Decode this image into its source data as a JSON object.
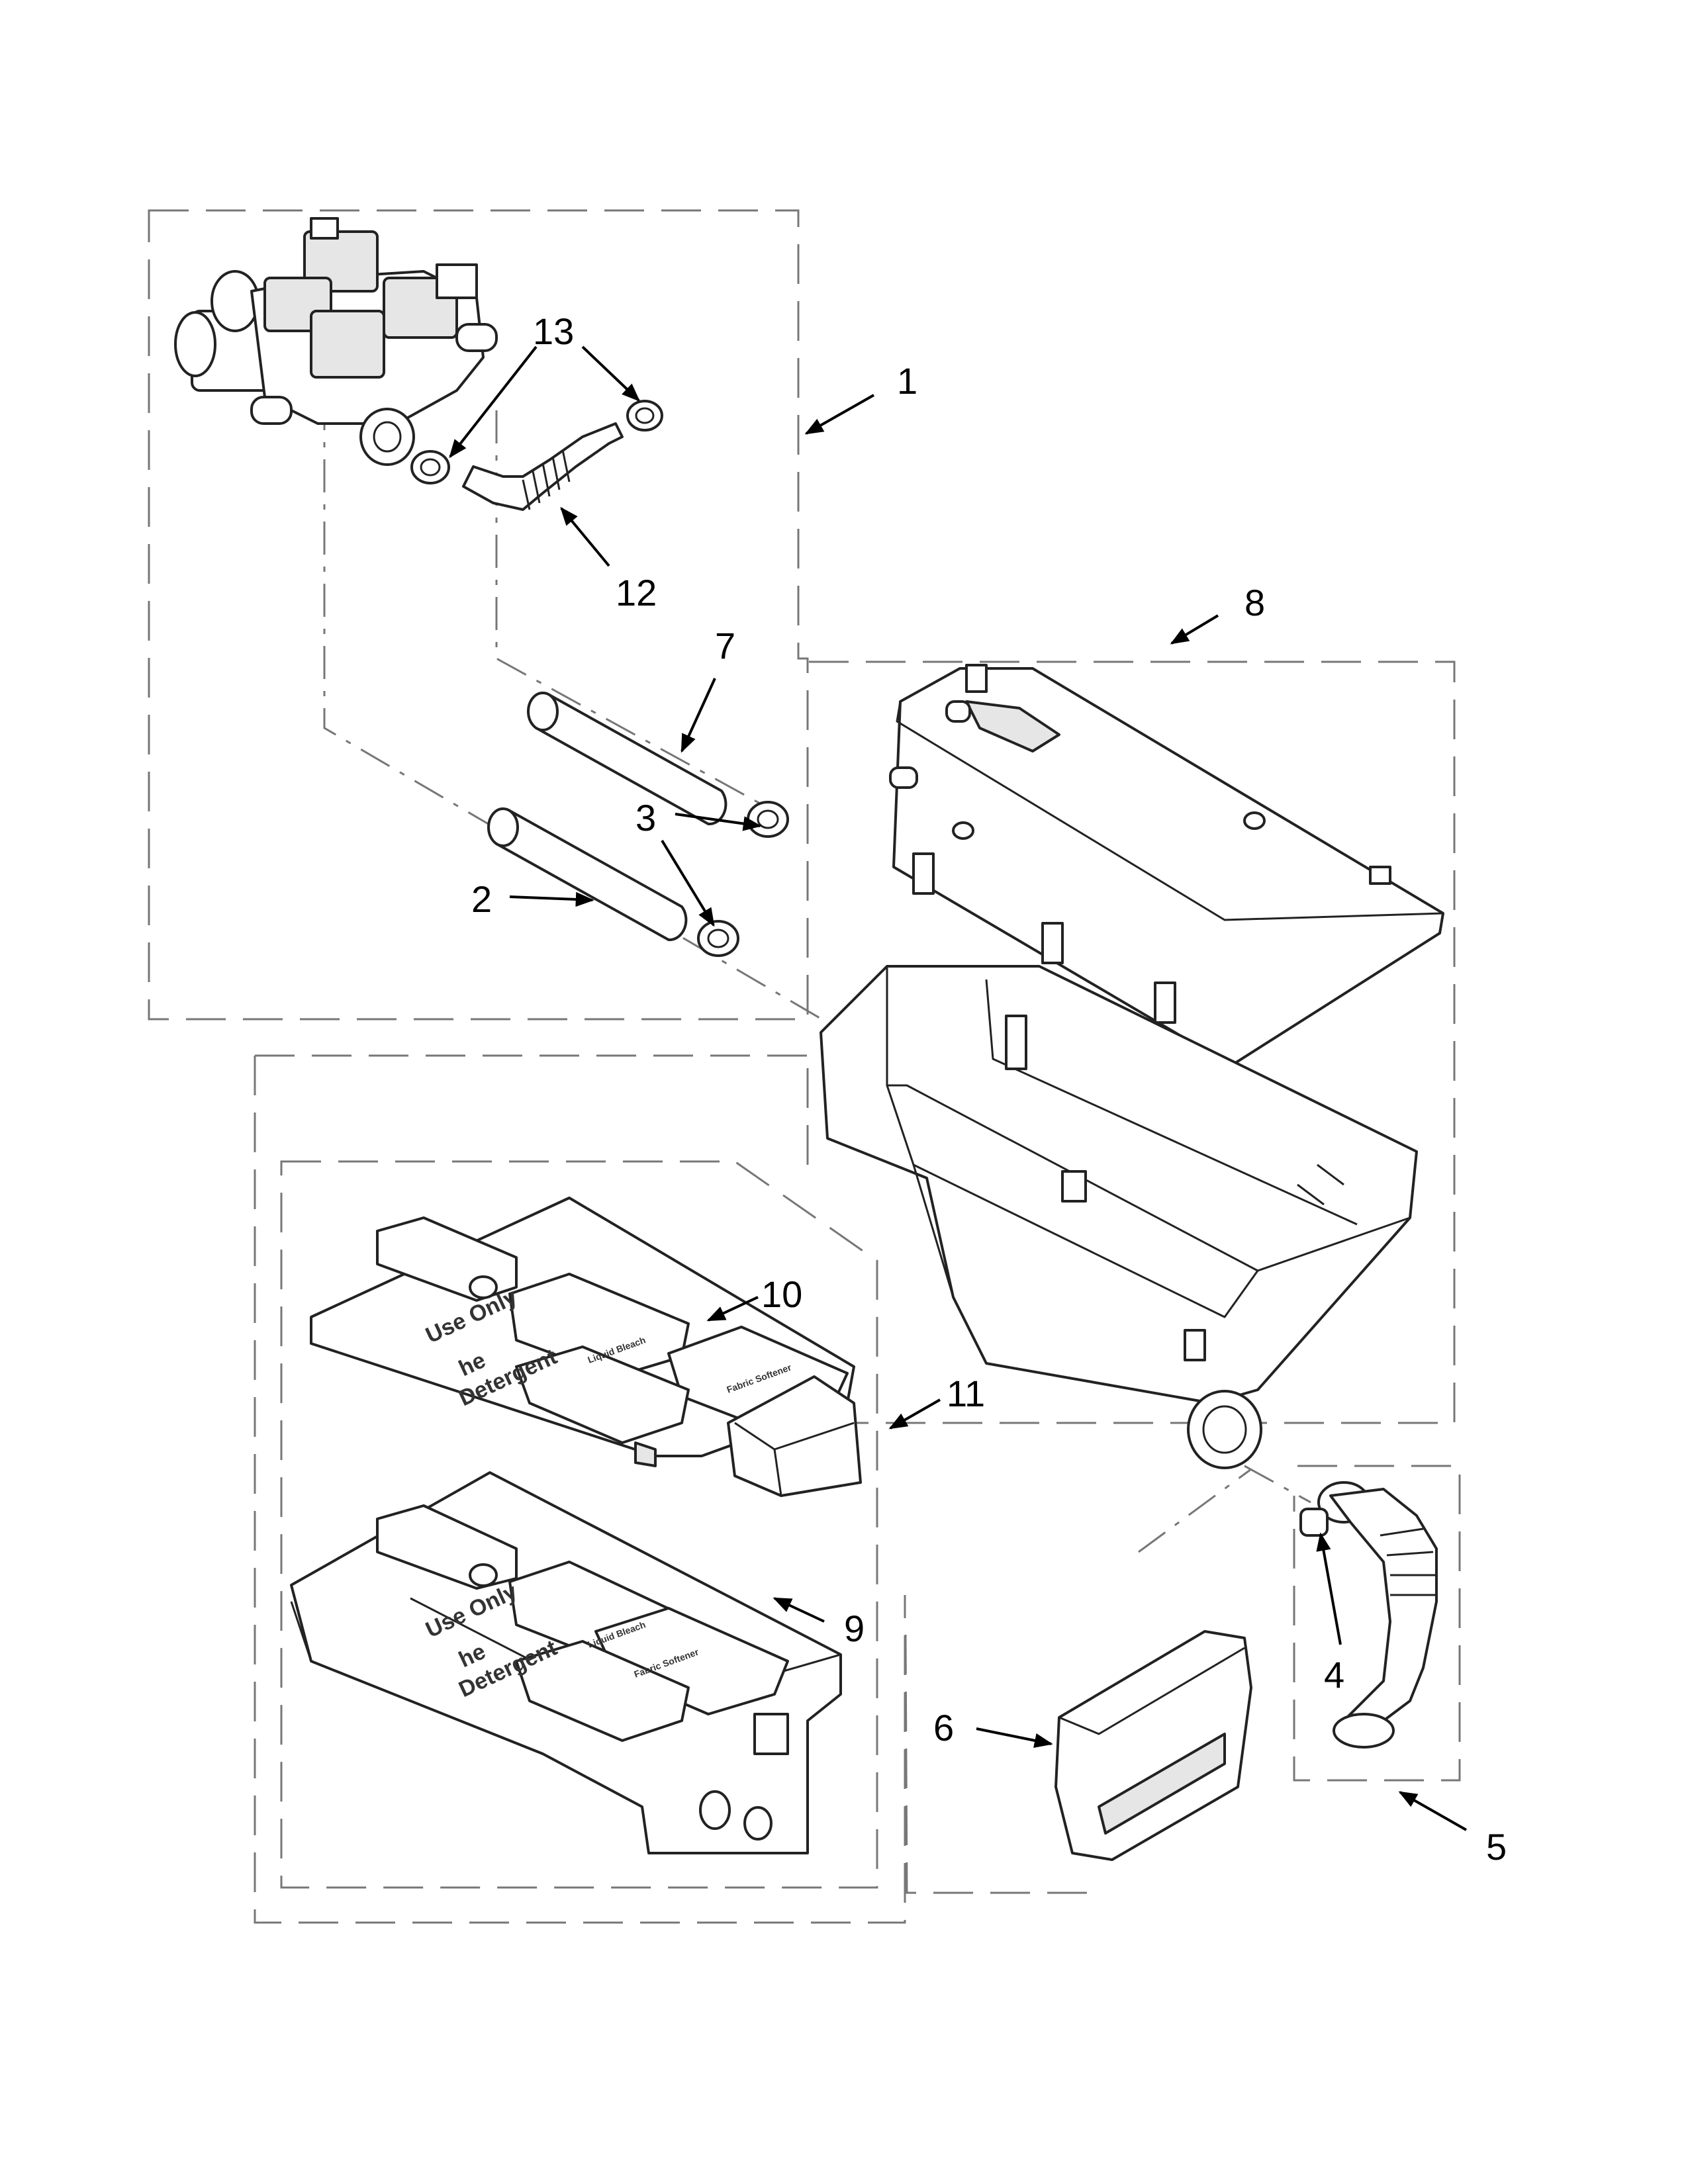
{
  "callouts": {
    "c1": "1",
    "c2": "2",
    "c3": "3",
    "c4": "4",
    "c5": "5",
    "c6": "6",
    "c7": "7",
    "c8": "8",
    "c9": "9",
    "c10": "10",
    "c11": "11",
    "c12": "12",
    "c13": "13"
  },
  "part_printing": {
    "use_only": "Use Only",
    "he": "he",
    "detergent": "Detergent",
    "liquid_bleach": "Liquid Bleach",
    "fabric_softener": "Fabric Softener"
  }
}
